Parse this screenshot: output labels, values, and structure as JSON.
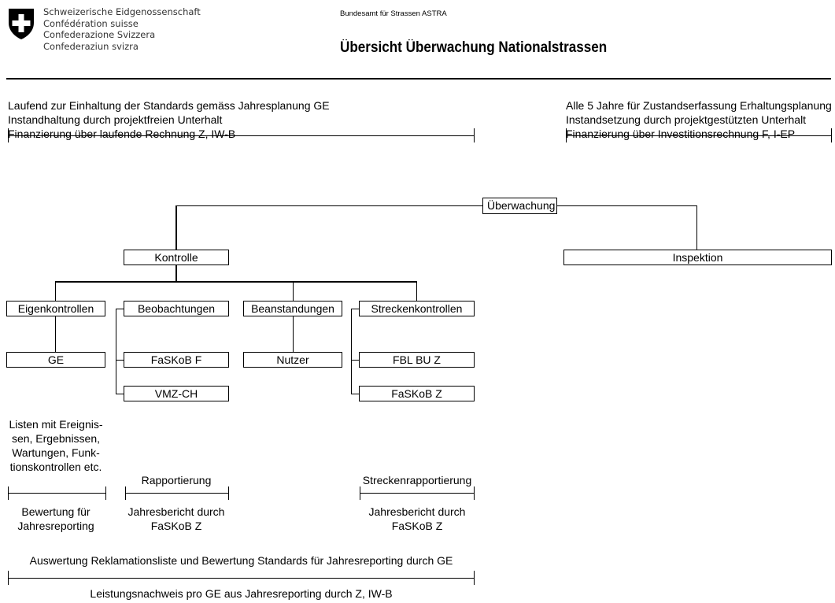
{
  "header": {
    "confederation": [
      "Schweizerische Eidgenossenschaft",
      "Confédération suisse",
      "Confederazione Svizzera",
      "Confederaziun svizra"
    ],
    "office": "Bundesamt für Strassen ASTRA",
    "title": "Übersicht Überwachung Nationalstrassen"
  },
  "left_info": [
    "Laufend zur Einhaltung der Standards gemäss Jahresplanung GE",
    "Instandhaltung durch projektfreien Unterhalt",
    "Finanzierung über laufende Rechnung Z, IW-B"
  ],
  "right_info": [
    "Alle 5 Jahre für Zustandserfassung Erhaltungsplanung",
    "Instandsetzung durch projektgestützten Unterhalt",
    "Finanzierung über Investitionsrechnung F, I-EP"
  ],
  "nodes": {
    "root": "Überwachung",
    "kontrolle": "Kontrolle",
    "inspektion": "Inspektion",
    "eigenkontrollen": "Eigenkontrollen",
    "beobachtungen": "Beobachtungen",
    "beanstandungen": "Beanstandungen",
    "streckenkontrollen": "Streckenkontrollen",
    "ge": "GE",
    "faskob_f": "FaSKoB F",
    "vmz": "VMZ-CH",
    "nutzer": "Nutzer",
    "fbl": "FBL BU Z",
    "faskob_z": "FaSKoB Z"
  },
  "notes": {
    "eigen_list": [
      "Listen mit Ereignis-",
      "sen, Ergebnissen,",
      "Wartungen, Funk-",
      "tionskontrollen etc."
    ],
    "rapportierung": "Rapportierung",
    "streckenrapportierung": "Streckenrapportierung",
    "bewertung": [
      "Bewertung für",
      "Jahresreporting"
    ],
    "jahresbericht1": [
      "Jahresbericht durch",
      "FaSKoB Z"
    ],
    "jahresbericht2": [
      "Jahresbericht durch",
      "FaSKoB Z"
    ],
    "auswertung": "Auswertung Reklamationsliste und Bewertung Standards für Jahresreporting durch GE",
    "leistungsnachweis": "Leistungsnachweis pro GE aus Jahresreporting durch Z, IW-B"
  }
}
